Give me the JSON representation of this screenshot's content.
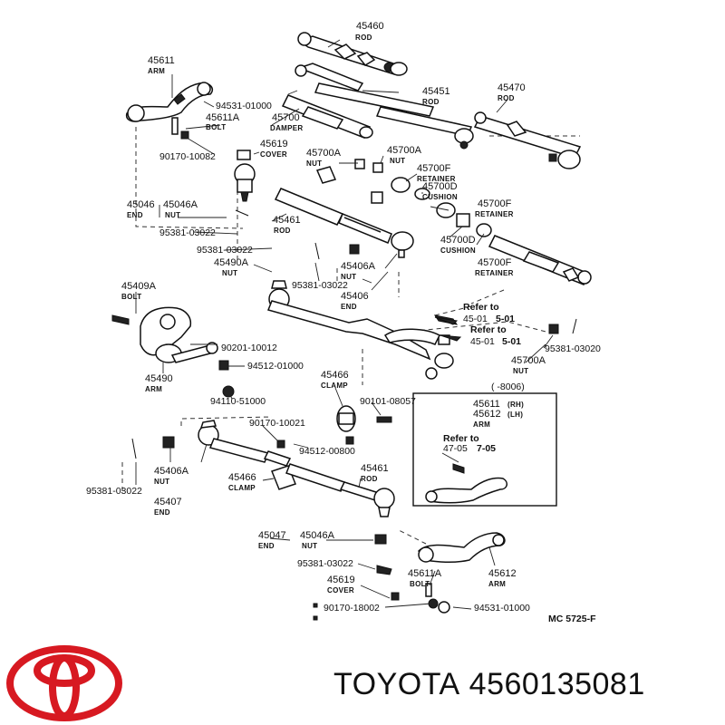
{
  "brand": {
    "name": "TOYOTA",
    "part_number": "4560135081",
    "logo_color": "#d71921"
  },
  "diagram_code": "MC 5725-F",
  "labels": {
    "p45460": "45460",
    "rod": "ROD",
    "p45611": "45611",
    "arm": "ARM",
    "p45451": "45451",
    "p45470": "45470",
    "p94531_a": "94531-01000",
    "p45611A": "45611A",
    "bolt": "BOLT",
    "p45700": "45700",
    "damper": "DAMPER",
    "p90170_10082": "90170-10082",
    "p45619": "45619",
    "cover": "COVER",
    "p45700A_a": "45700A",
    "p45700A_b": "45700A",
    "p45700A_c": "45700A",
    "nut": "NUT",
    "p45700F_a": "45700F",
    "p45700F_b": "45700F",
    "p45700F_c": "45700F",
    "retainer": "RETAINER",
    "p45700D_a": "45700D",
    "p45700D_b": "45700D",
    "cushion": "CUSHION",
    "p45046": "45046",
    "end": "END",
    "p45046A": "45046A",
    "p45461": "45461",
    "p95381_a": "95381-03022",
    "p95381_b": "95381-03022",
    "p95381_c": "95381-03022",
    "p45490A": "45490A",
    "p45406A": "45406A",
    "p45406": "45406",
    "p45409A": "45409A",
    "ref_to": "Refer to",
    "ref_a_sec": "45-01",
    "ref_a_fig": "5-01",
    "ref_b_sec": "45-01",
    "ref_b_fig": "5-01",
    "p90201": "90201-10012",
    "p95381_03020": "95381-03020",
    "p94512_01000": "94512-01000",
    "p45490": "45490",
    "p45466": "45466",
    "clamp": "CLAMP",
    "range": "(      -8006)",
    "p94110": "94110-51000",
    "p90101": "90101-08057",
    "p45611_rh": "45611",
    "rh": "(RH)",
    "p45612_lh": "45612",
    "lh": "(LH)",
    "p90170_10021": "90170-10021",
    "p94512_00800": "94512-00800",
    "ref_c_sec": "47-05",
    "ref_c_fig": "7-05",
    "p45406A_b": "45406A",
    "p95381_d": "95381-03022",
    "p45466_b": "45466",
    "p45461_b": "45461",
    "p45407": "45407",
    "p45047": "45047",
    "p45046A_b": "45046A",
    "p95381_e": "95381-03022",
    "p45619_b": "45619",
    "p45611A_b": "45611A",
    "p45612": "45612",
    "p90170_18002": "90170-18002",
    "p94531_b": "94531-01000"
  }
}
